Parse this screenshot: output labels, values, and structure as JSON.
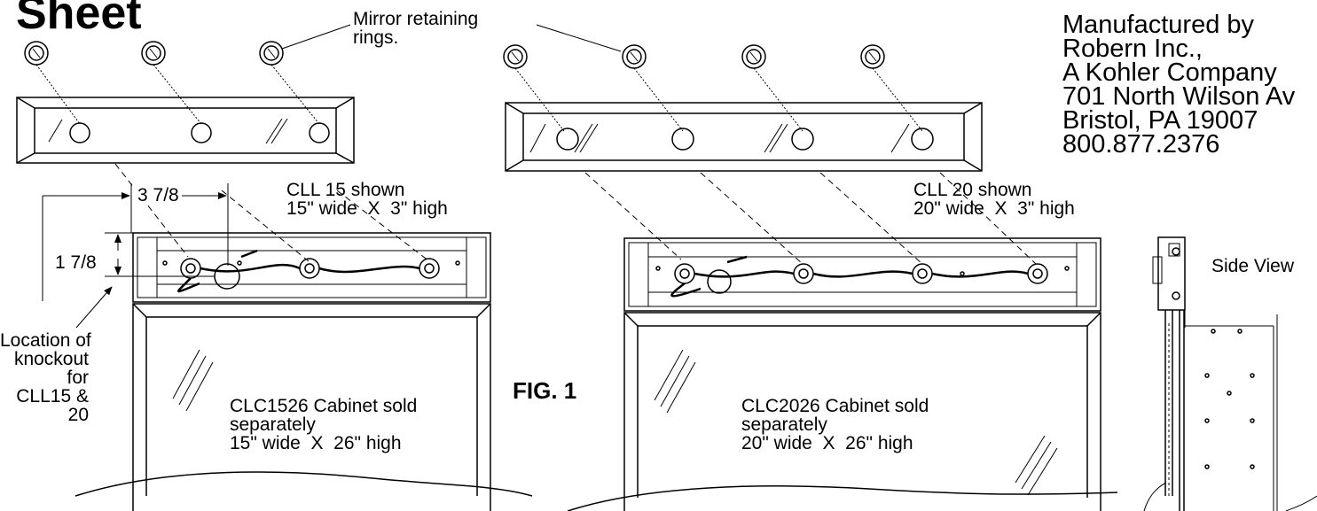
{
  "title": "Sheet",
  "mirror_rings_label": "Mirror retaining\nrings.",
  "manufacturer": {
    "lines": [
      "Manufactured by",
      "Robern Inc.,",
      "A Kohler Company",
      "701 North Wilson Av",
      "Bristol, PA 19007",
      "800.877.2376"
    ]
  },
  "dimensions": {
    "width": "3 7/8",
    "height": "1 7/8"
  },
  "left_unit": {
    "light_label": "CLL 15 shown\n15\" wide  X  3\" high",
    "cabinet_label": "CLC1526 Cabinet sold\nseparately\n15\" wide  X  26\" high"
  },
  "right_unit": {
    "light_label": "CLL 20 shown\n20\" wide  X  3\" high",
    "cabinet_label": "CLC2026 Cabinet sold\nseparately\n20\" wide  X  26\" high"
  },
  "knockout_label": "Location of\nknockout\nfor\nCLL15 &\n20",
  "figure_label": "FIG. 1",
  "side_view_label": "Side View"
}
